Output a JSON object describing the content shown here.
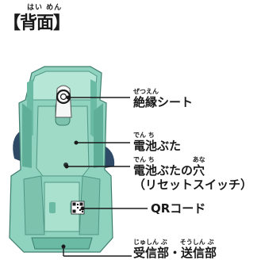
{
  "title": {
    "text": "【背面】",
    "ruby": "はい めん"
  },
  "labels": [
    {
      "ruby": "ぜつえん",
      "text": "絶縁シート"
    },
    {
      "ruby": "でん ち",
      "text": "電池ぶた"
    },
    {
      "ruby": "でん ち　　　　　　あな",
      "text": "電池ぶたの穴",
      "sub": "（リセットスイッチ）"
    },
    {
      "ruby": "",
      "text": "QRコード"
    },
    {
      "ruby": "じゅしん ぶ　　そうしん ぶ",
      "text": "受信部・送信部"
    }
  ],
  "colors": {
    "body": "#8fd3bf",
    "body_dark": "#5fae98",
    "body_light": "#c7efe2",
    "line": "#1a1a1a",
    "bg": "#ffffff"
  }
}
